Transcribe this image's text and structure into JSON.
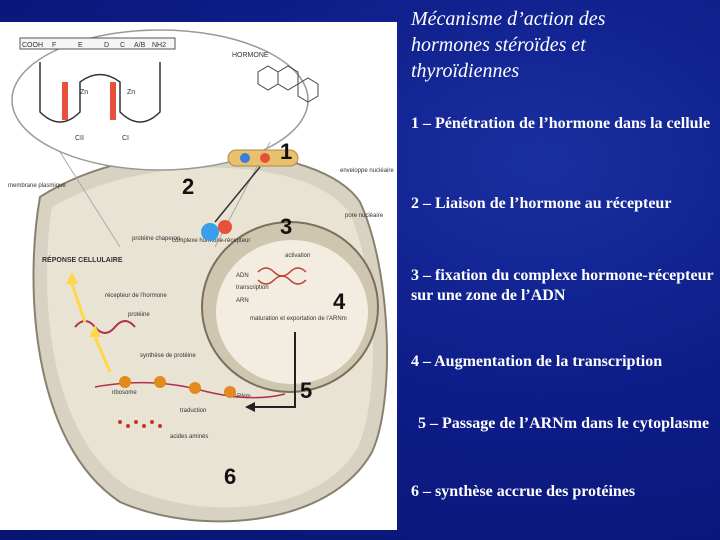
{
  "title": {
    "line1": "Mécanisme d’action des",
    "line2": "hormones stéroïdes et",
    "line3": "thyroïdiennes"
  },
  "steps": [
    "1 – Pénétration de l’hormone dans la cellule",
    "2 – Liaison de l’hormone au récepteur",
    "3 – fixation du complexe hormone-récepteur sur une zone de l’ADN",
    "4 – Augmentation de la transcription",
    "5 – Passage de l’ARNm dans le cytoplasme",
    "6 – synthèse accrue des protéines"
  ],
  "figure": {
    "step_numbers": [
      "1",
      "2",
      "3",
      "4",
      "5",
      "6"
    ],
    "receptor_domains": [
      "COOH",
      "F",
      "E",
      "D",
      "C",
      "A/B",
      "NH2"
    ],
    "zinc_labels": [
      "Zn",
      "Zn"
    ],
    "finger_labels": [
      "CII",
      "CI"
    ],
    "labels": {
      "hormone": "HORMONE",
      "membrane": "membrane plasmique",
      "envelope": "enveloppe nucléaire",
      "pore": "pore nucléaire",
      "response": "RÉPONSE CELLULAIRE",
      "chaperone": "protéine chaperon",
      "complex": "complexe hormone-récepteur",
      "activation": "activation",
      "adn": "ADN",
      "transcription": "transcription",
      "arn": "ARN",
      "maturation": "maturation et exportation de l’ARNm",
      "receptor": "récepteur de l’hormone",
      "protein": "protéine",
      "synthesis": "synthèse de protéine",
      "ribosome": "ribosome",
      "arnm": "ARNm",
      "translation": "traduction",
      "amino_acids": "acides aminés"
    }
  },
  "colors": {
    "background": "#0a1a7a",
    "text": "#ffffff",
    "arrow": "#ffd84a",
    "receptor": "#e8503a",
    "hormone": "#3a7fd8"
  }
}
